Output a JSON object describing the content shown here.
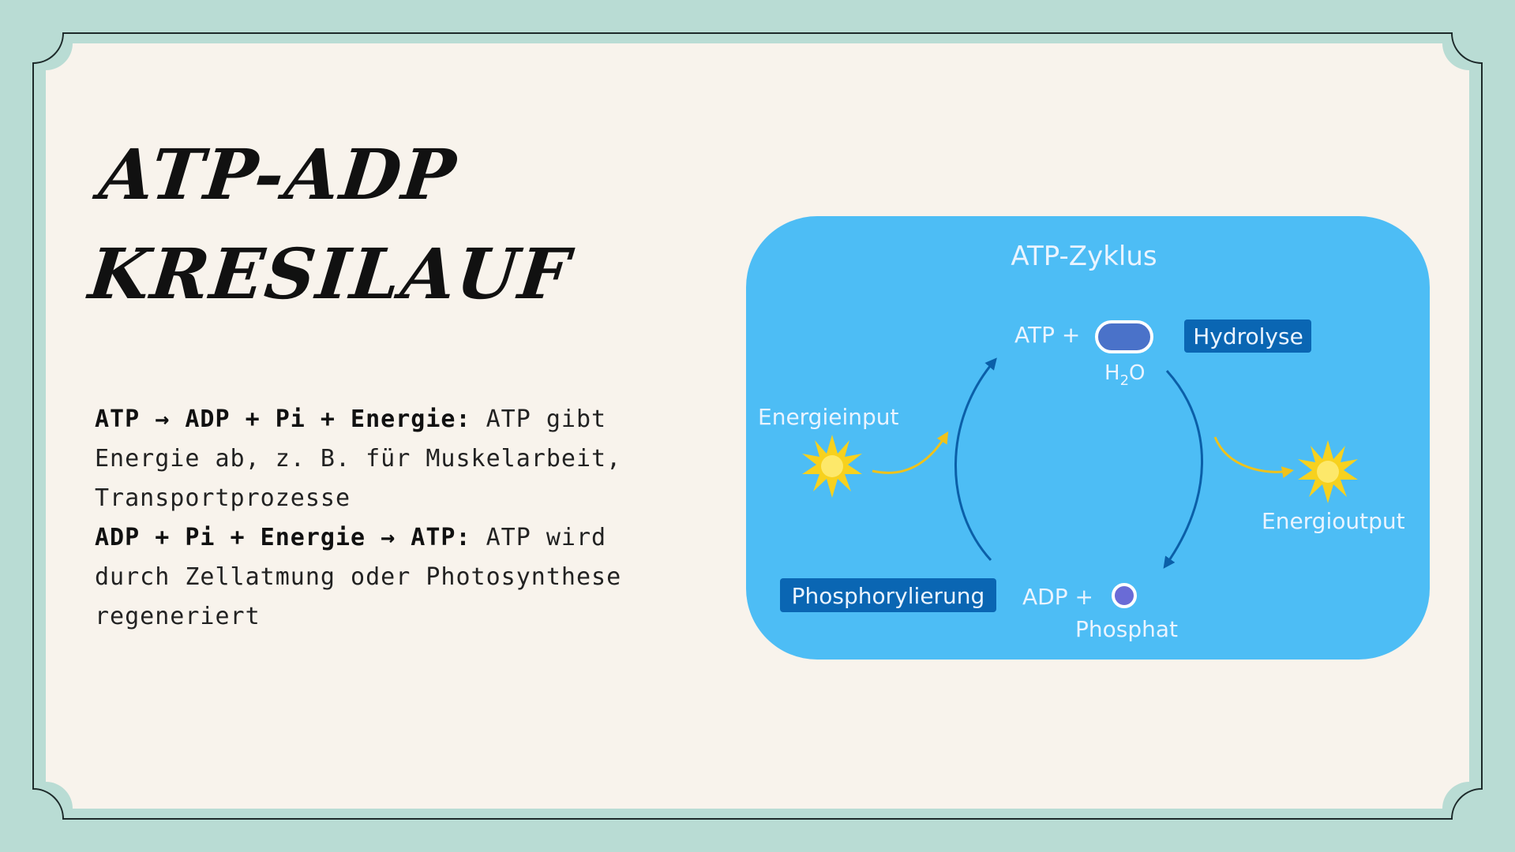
{
  "title": {
    "line1": "ATP-ADP",
    "line2": "KRESILAUF"
  },
  "paragraph1": {
    "bold": "ATP → ADP + Pi + Energie:",
    "text": " ATP gibt Energie ab, z. B. für Muskelarbeit, Transportprozesse"
  },
  "paragraph2": {
    "bold": "ADP + Pi + Energie → ATP:",
    "text": " ATP wird durch Zellatmung oder Photosynthese regeneriert"
  },
  "diagram": {
    "title": "ATP-Zyklus",
    "atp_plus": "ATP  +",
    "h2o_h": "H",
    "h2o_sub": "2",
    "h2o_o": "O",
    "hydrolyse": "Hydrolyse",
    "energieinput": "Energieinput",
    "energioutput": "Energioutput",
    "phosphorylierung": "Phosphorylierung",
    "adp_plus": "ADP  +",
    "phosphat": "Phosphat"
  },
  "colors": {
    "background": "#b9dcd4",
    "card": "#f8f3ec",
    "diagram_bg": "#4dbdf5",
    "label_box": "#0a66b3",
    "arrow": "#0b5fa8",
    "sun": "#f7d11e",
    "water_pill": "#4a72c9",
    "phosphate_dot": "#6a6bd6"
  }
}
